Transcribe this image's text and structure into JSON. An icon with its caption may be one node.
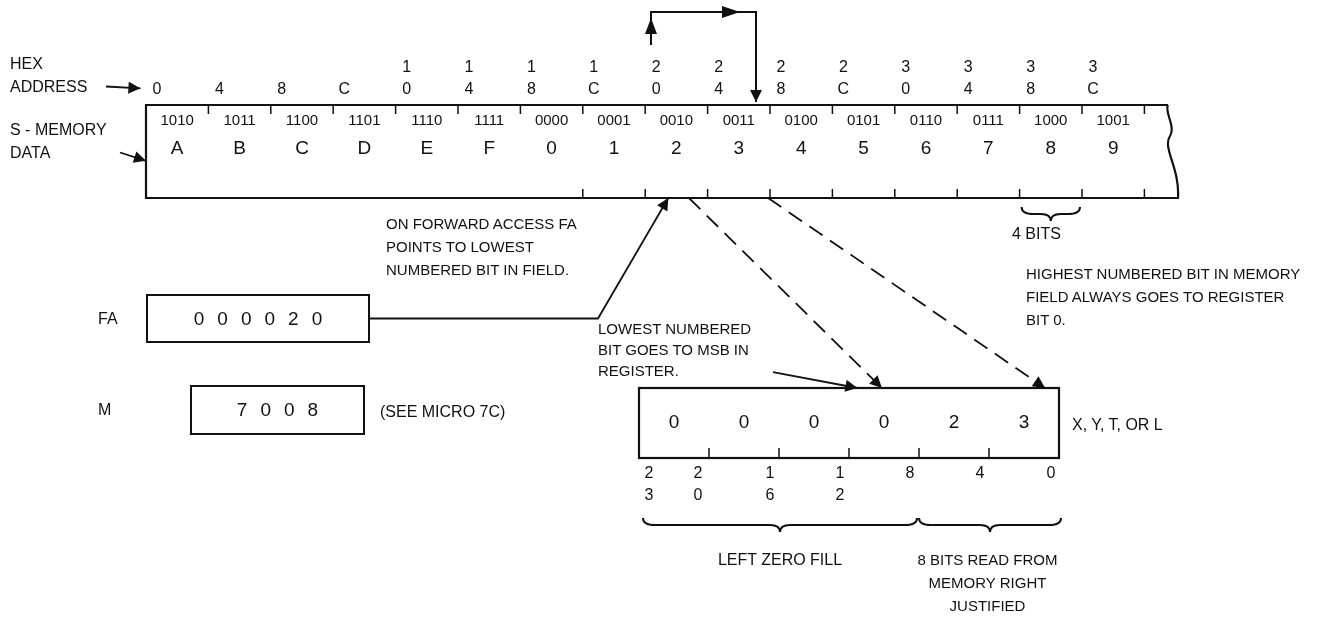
{
  "diagram": {
    "nodes": [
      {
        "text": [
          "HEX ADDRESS"
        ]
      },
      {
        "text": [
          "S - MEMORY DATA"
        ]
      },
      {
        "text": [],
        "shape": "box"
      },
      {
        "text": [
          "1010",
          "A"
        ],
        "in": 2
      },
      {
        "text": [
          "1011",
          "B"
        ],
        "in": 2
      },
      {
        "text": [
          "1100",
          "C"
        ],
        "in": 2
      },
      {
        "text": [
          "1101",
          "D"
        ],
        "in": 2
      },
      {
        "text": [
          "1110",
          "E"
        ],
        "in": 2
      },
      {
        "text": [
          "1111",
          "F"
        ],
        "in": 2
      },
      {
        "text": [
          "0000",
          "0"
        ],
        "in": 2
      },
      {
        "text": [
          "0001",
          "1"
        ],
        "in": 2
      },
      {
        "text": [
          "0010",
          "2"
        ],
        "in": 2
      },
      {
        "text": [
          "0011",
          "3"
        ],
        "in": 2
      },
      {
        "text": [
          "0100",
          "4"
        ],
        "in": 2
      },
      {
        "text": [
          "0101",
          "5"
        ],
        "in": 2
      },
      {
        "text": [
          "0110",
          "6"
        ],
        "in": 2
      },
      {
        "text": [
          "0111",
          "7"
        ],
        "in": 2
      },
      {
        "text": [
          "1000",
          "8"
        ],
        "in": 2
      },
      {
        "text": [
          "1001",
          "9"
        ],
        "in": 2
      },
      {
        "text": [
          "000020"
        ],
        "beside": [
          "FA"
        ]
      },
      {
        "text": [
          "LOWEST NUMBERED BIT GOES TO MSB IN REGISTER."
        ]
      },
      {
        "text": [
          "7008"
        ],
        "beside": [
          "(SEE MICRO 7C)"
        ]
      },
      {
        "text": [],
        "shape": "box",
        "beside": [
          "X, Y, T, OR L"
        ]
      },
      {
        "text": [
          "0"
        ],
        "in": 22
      },
      {
        "text": [
          "0"
        ],
        "in": 22
      },
      {
        "text": [
          "0"
        ],
        "in": 22
      },
      {
        "text": [
          "0"
        ],
        "in": 22
      },
      {
        "text": [
          "2"
        ],
        "in": 22
      },
      {
        "text": [
          "3"
        ],
        "in": 22
      }
    ],
    "edges": [
      {
        "from": 0,
        "to": 3,
        "arrow": "to"
      },
      {
        "from": 1,
        "to": 2,
        "arrow": "to"
      },
      {
        "from": 19,
        "to": 11,
        "arrow": "to"
      },
      {
        "from": 11,
        "to": 26,
        "arrow": "to",
        "style": "dashed"
      },
      {
        "from": 12,
        "to": 28,
        "arrow": "to",
        "style": "dashed"
      },
      {
        "from": 20,
        "to": 22,
        "arrow": "to"
      }
    ],
    "labels": [
      "0",
      "4",
      "8",
      "C",
      "1 0",
      "1 4",
      "1 8",
      "1 C",
      "2 0",
      "2 4",
      "2 8",
      "2 C",
      "3 0",
      "3 4",
      "3 8",
      "3 C",
      "4 BITS",
      "ON FORWARD ACCESS FA POINTS TO LOWEST NUMBERED BIT IN FIELD.",
      "HIGHEST NUMBERED BIT IN MEMORY FIELD ALWAYS GOES TO REGISTER BIT 0.",
      "M",
      "2 3",
      "2 0",
      "1 6",
      "1 2",
      "8",
      "4",
      "0",
      "LEFT ZERO FILL",
      "8 BITS READ FROM MEMORY RIGHT JUSTIFIED"
    ]
  }
}
